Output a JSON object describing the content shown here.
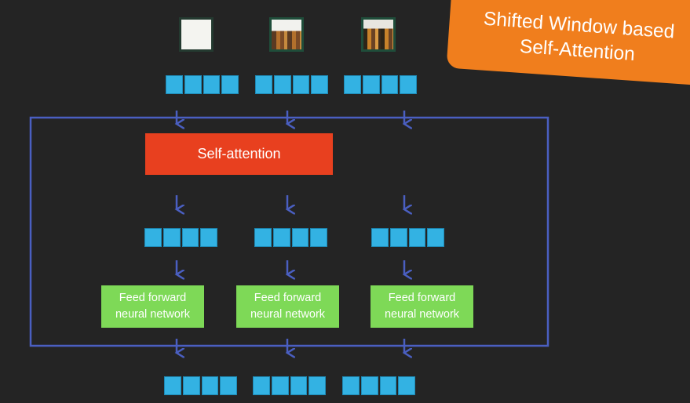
{
  "banner": {
    "line1": "Shifted Window based",
    "line2": "Self-Attention"
  },
  "self_attention": {
    "label": "Self-attention"
  },
  "ffn": [
    {
      "line1": "Feed forward",
      "line2": "neural network"
    },
    {
      "line1": "Feed forward",
      "line2": "neural network"
    },
    {
      "line1": "Feed forward",
      "line2": "neural network"
    }
  ],
  "patches": [
    "blank-patch",
    "dome-patch",
    "dome-patch"
  ],
  "colors": {
    "background": "#242424",
    "self_attention": "#e8401f",
    "ffn": "#7ed957",
    "vector": "#33b2e3",
    "arrow": "#4a5fc1",
    "banner": "#f07e1d"
  }
}
